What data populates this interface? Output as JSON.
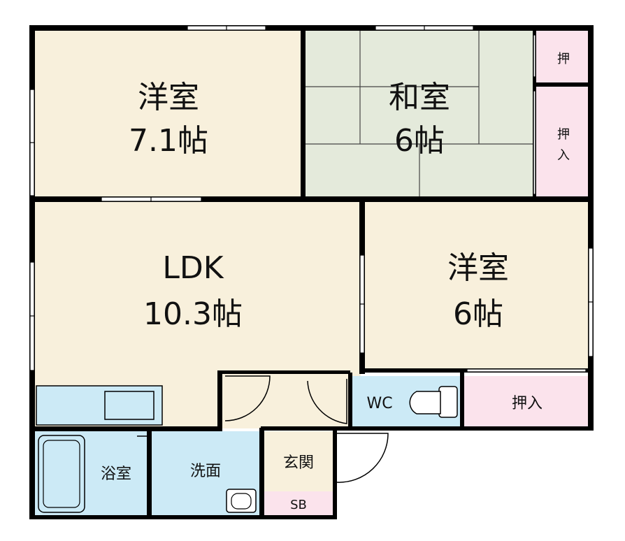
{
  "rooms": {
    "western1": {
      "name": "洋室",
      "size": "7.1帖"
    },
    "japanese": {
      "name": "和室",
      "size": "6帖"
    },
    "ldk": {
      "name": "LDK",
      "size": "10.3帖"
    },
    "western2": {
      "name": "洋室",
      "size": "6帖"
    },
    "closet_top": {
      "name": "押"
    },
    "closet_mid": {
      "name_line1": "押",
      "name_line2": "入"
    },
    "closet_bottom": {
      "name": "押入"
    },
    "wc": {
      "name": "WC"
    },
    "bath": {
      "name": "浴室"
    },
    "wash": {
      "name": "洗面"
    },
    "entrance": {
      "name": "玄関"
    },
    "shoebox": {
      "name": "SB"
    }
  },
  "colors": {
    "western": "#f8f0dc",
    "japanese": "#e4eadb",
    "closet": "#fbe3ec",
    "wet": "#cceaf6",
    "wall": "#000000",
    "tatami_line": "#444444"
  }
}
